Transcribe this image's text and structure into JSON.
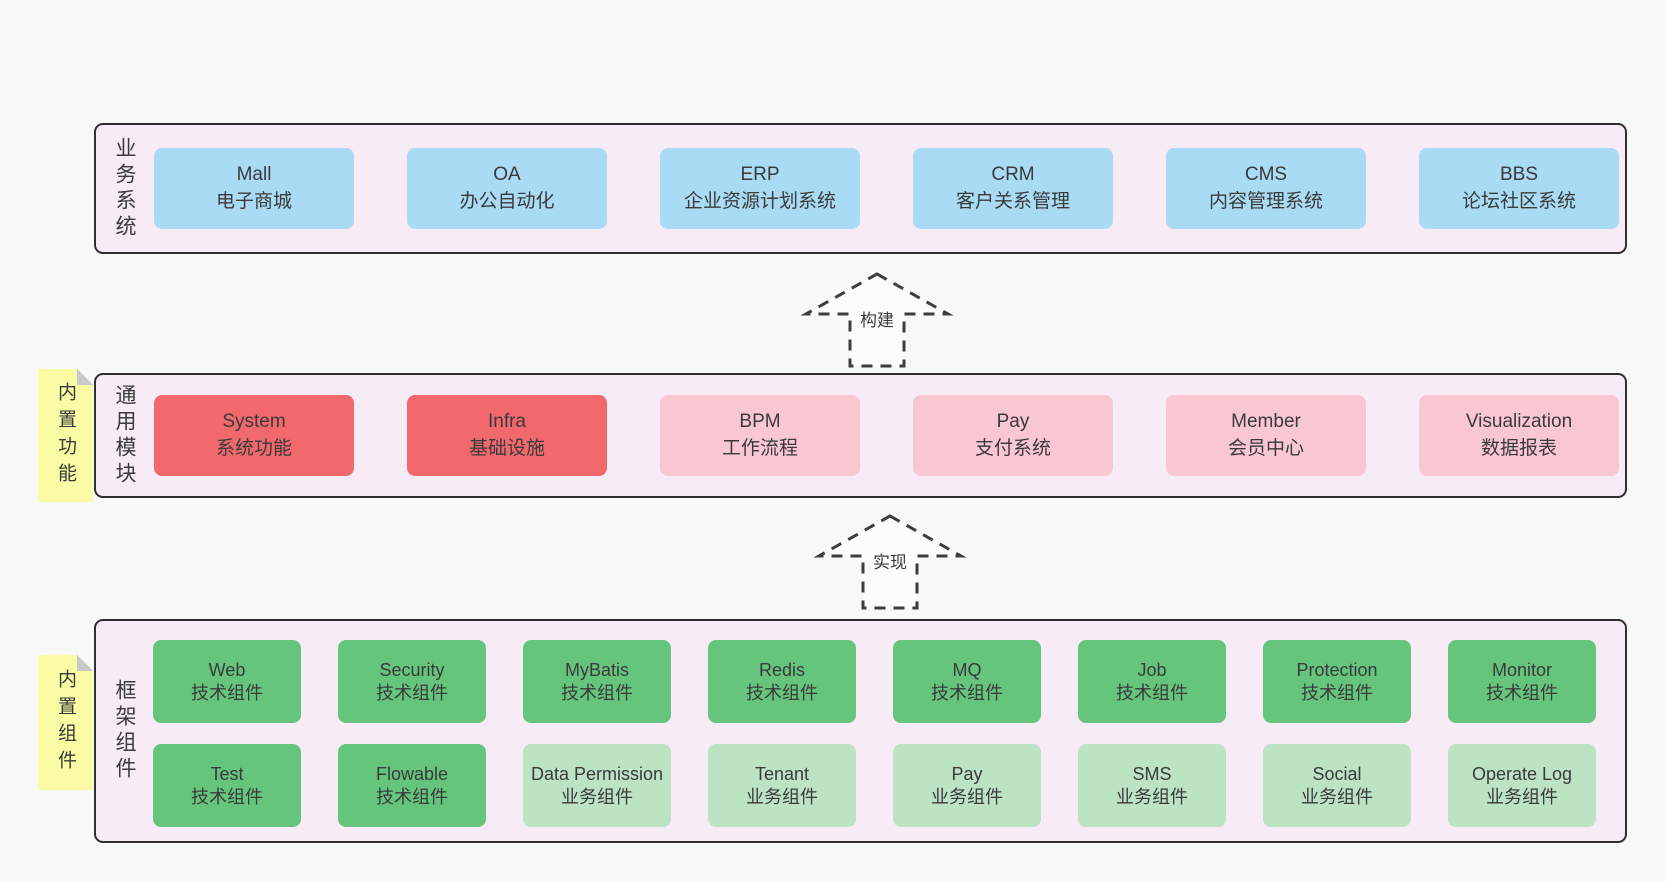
{
  "colors": {
    "page-bg": "#f8f8f8",
    "band-bg": "#f7ecf6",
    "band-border": "#2f2f2f",
    "blue": "#a9dbf5",
    "red": "#f2696d",
    "pink": "#f9c7d2",
    "green": "#66c57d",
    "green-light": "#bbe3c4",
    "sticky-yellow": "#fbfba5",
    "sticky-fold": "#c9c9c9",
    "text": "#3a3a3a",
    "arrow-stroke": "#3d3d3d",
    "arrow-fill": "#fcfcfc"
  },
  "arrows": [
    {
      "label": "构建"
    },
    {
      "label": "实现"
    }
  ],
  "stickies": [
    {
      "label": "内置功能"
    },
    {
      "label": "内置组件"
    }
  ],
  "bands": [
    {
      "label": "业务系统",
      "items": [
        {
          "title": "Mall",
          "subtitle": "电子商城"
        },
        {
          "title": "OA",
          "subtitle": "办公自动化"
        },
        {
          "title": "ERP",
          "subtitle": "企业资源计划系统"
        },
        {
          "title": "CRM",
          "subtitle": "客户关系管理"
        },
        {
          "title": "CMS",
          "subtitle": "内容管理系统"
        },
        {
          "title": "BBS",
          "subtitle": "论坛社区系统"
        }
      ]
    },
    {
      "label": "通用模块",
      "items": [
        {
          "title": "System",
          "subtitle": "系统功能"
        },
        {
          "title": "Infra",
          "subtitle": "基础设施"
        },
        {
          "title": "BPM",
          "subtitle": "工作流程"
        },
        {
          "title": "Pay",
          "subtitle": "支付系统"
        },
        {
          "title": "Member",
          "subtitle": "会员中心"
        },
        {
          "title": "Visualization",
          "subtitle": "数据报表"
        }
      ]
    },
    {
      "label": "框架组件",
      "rows": [
        [
          {
            "title": "Web",
            "subtitle": "技术组件"
          },
          {
            "title": "Security",
            "subtitle": "技术组件"
          },
          {
            "title": "MyBatis",
            "subtitle": "技术组件"
          },
          {
            "title": "Redis",
            "subtitle": "技术组件"
          },
          {
            "title": "MQ",
            "subtitle": "技术组件"
          },
          {
            "title": "Job",
            "subtitle": "技术组件"
          },
          {
            "title": "Protection",
            "subtitle": "技术组件"
          },
          {
            "title": "Monitor",
            "subtitle": "技术组件"
          }
        ],
        [
          {
            "title": "Test",
            "subtitle": "技术组件"
          },
          {
            "title": "Flowable",
            "subtitle": "技术组件"
          },
          {
            "title": "Data Permission",
            "subtitle": "业务组件"
          },
          {
            "title": "Tenant",
            "subtitle": "业务组件"
          },
          {
            "title": "Pay",
            "subtitle": "业务组件"
          },
          {
            "title": "SMS",
            "subtitle": "业务组件"
          },
          {
            "title": "Social",
            "subtitle": "业务组件"
          },
          {
            "title": "Operate Log",
            "subtitle": "业务组件"
          }
        ]
      ]
    }
  ]
}
